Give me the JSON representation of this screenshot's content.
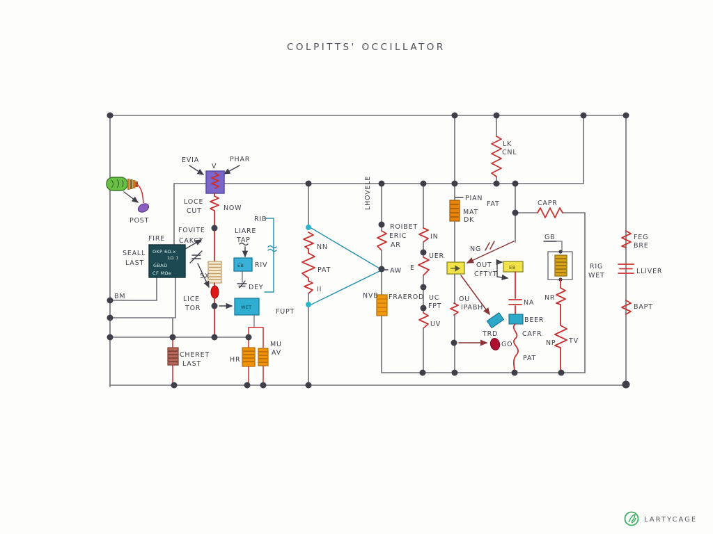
{
  "title": "COLPITTS' OCCILLATOR",
  "logo": {
    "text": "LARTYCAGE",
    "color": "#3fae62"
  },
  "colors": {
    "wire": "#6e6e76",
    "node": "#3f3f49",
    "red": "#c93030",
    "teal": "#2e94ac",
    "cyan_box": "#30aed2",
    "purple_box": "#7a66c8",
    "orange": "#ef9310",
    "yellow_box": "#f2e24a",
    "ic_box": "#1d4a52",
    "gold": "#d9a21a",
    "brown": "#b5685a",
    "led": "#dd1616",
    "blob": "#8a5fc0",
    "bulb": "#6abf45"
  },
  "ic_text": {
    "l1": "OKP 6Ω.x",
    "l2": "1Ω 1",
    "l3": "GBAD",
    "l4": "CF MΩe"
  },
  "box_texts": {
    "riv_in": "EB",
    "wet_in": "WET",
    "eb_in": "EB"
  },
  "labels": {
    "post": "POST",
    "evia": "EVIA",
    "phar": "PHAR",
    "v": "V",
    "loce": "LOCE",
    "cut": "CUT",
    "now": "NOW",
    "fire": "FIRE",
    "fovite": "FOVITE",
    "cakct": "CAKCT",
    "seall": "SEALL",
    "last_a": "LAST",
    "bm": "BM",
    "lice": "LICE",
    "tor": "TOR",
    "x5": "5X",
    "liare": "LIARE",
    "tap": "TAP",
    "rib": "RIB",
    "riv": "RIV",
    "dey": "DEY",
    "fupt": "FUPT",
    "nn": "NN",
    "pat_a": "PAT",
    "ii": "II",
    "nvb": "NVB",
    "fraerod": "FRAEROD",
    "lhovele": "LHOVELE",
    "roibet": "ROIBET",
    "eric": "ERIC",
    "ar": "AR",
    "aw": "AW",
    "in": "IN",
    "uer": "UER",
    "e": "E",
    "uc": "UC",
    "fpt": "FPT",
    "uv": "UV",
    "pian": "PIAN",
    "mat": "MAT",
    "dk": "DK",
    "fat": "FAT",
    "ng": "NG",
    "out": "OUT",
    "cftyt": "CFTYT",
    "ou": "OU",
    "ipabh": "IPABH",
    "trd": "TRD",
    "go": "GO",
    "na": "NA",
    "beer": "BEER",
    "cafr": "CAFR",
    "pat_b": "PAT",
    "lk": "LK",
    "cnl": "CNL",
    "capr": "CAPR",
    "gb": "GB",
    "nr": "NR",
    "np": "NP",
    "tv": "TV",
    "rig": "RIG",
    "wet": "WET",
    "feg": "FEG",
    "bre": "BRE",
    "lliver": "LLIVER",
    "bapt": "BAPT",
    "hr": "HR",
    "mu": "MU",
    "av": "AV",
    "cheret": "CHERET",
    "last_b": "LAST"
  }
}
